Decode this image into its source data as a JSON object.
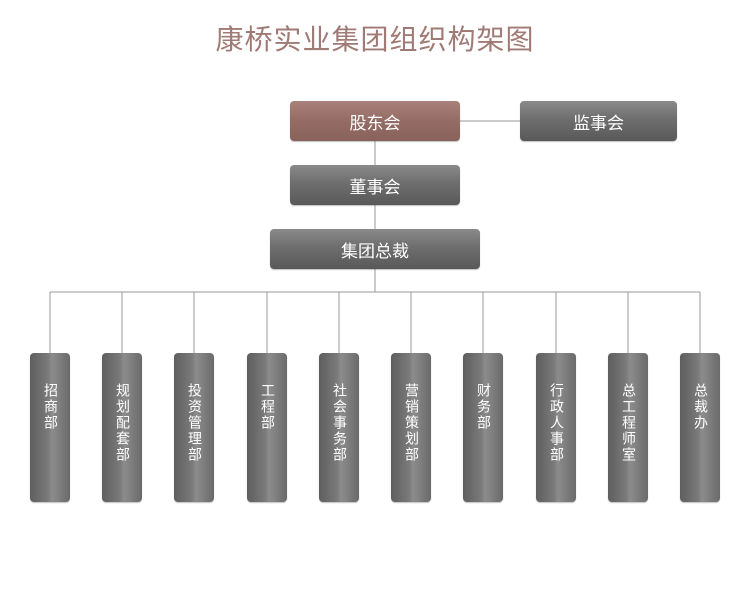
{
  "title": "康桥实业集团组织构架图",
  "nodes": {
    "shareholders": "股东会",
    "supervisors": "监事会",
    "board": "董事会",
    "president": "集团总裁"
  },
  "departments": [
    "招商部",
    "规划配套部",
    "投资管理部",
    "工程部",
    "社会事务部",
    "营销策划部",
    "财务部",
    "行政人事部",
    "总工程师室",
    "总裁办"
  ],
  "colors": {
    "title": "#a07a74",
    "root_box": "#946b65",
    "box": "#6e6e6e",
    "line": "#999999"
  }
}
